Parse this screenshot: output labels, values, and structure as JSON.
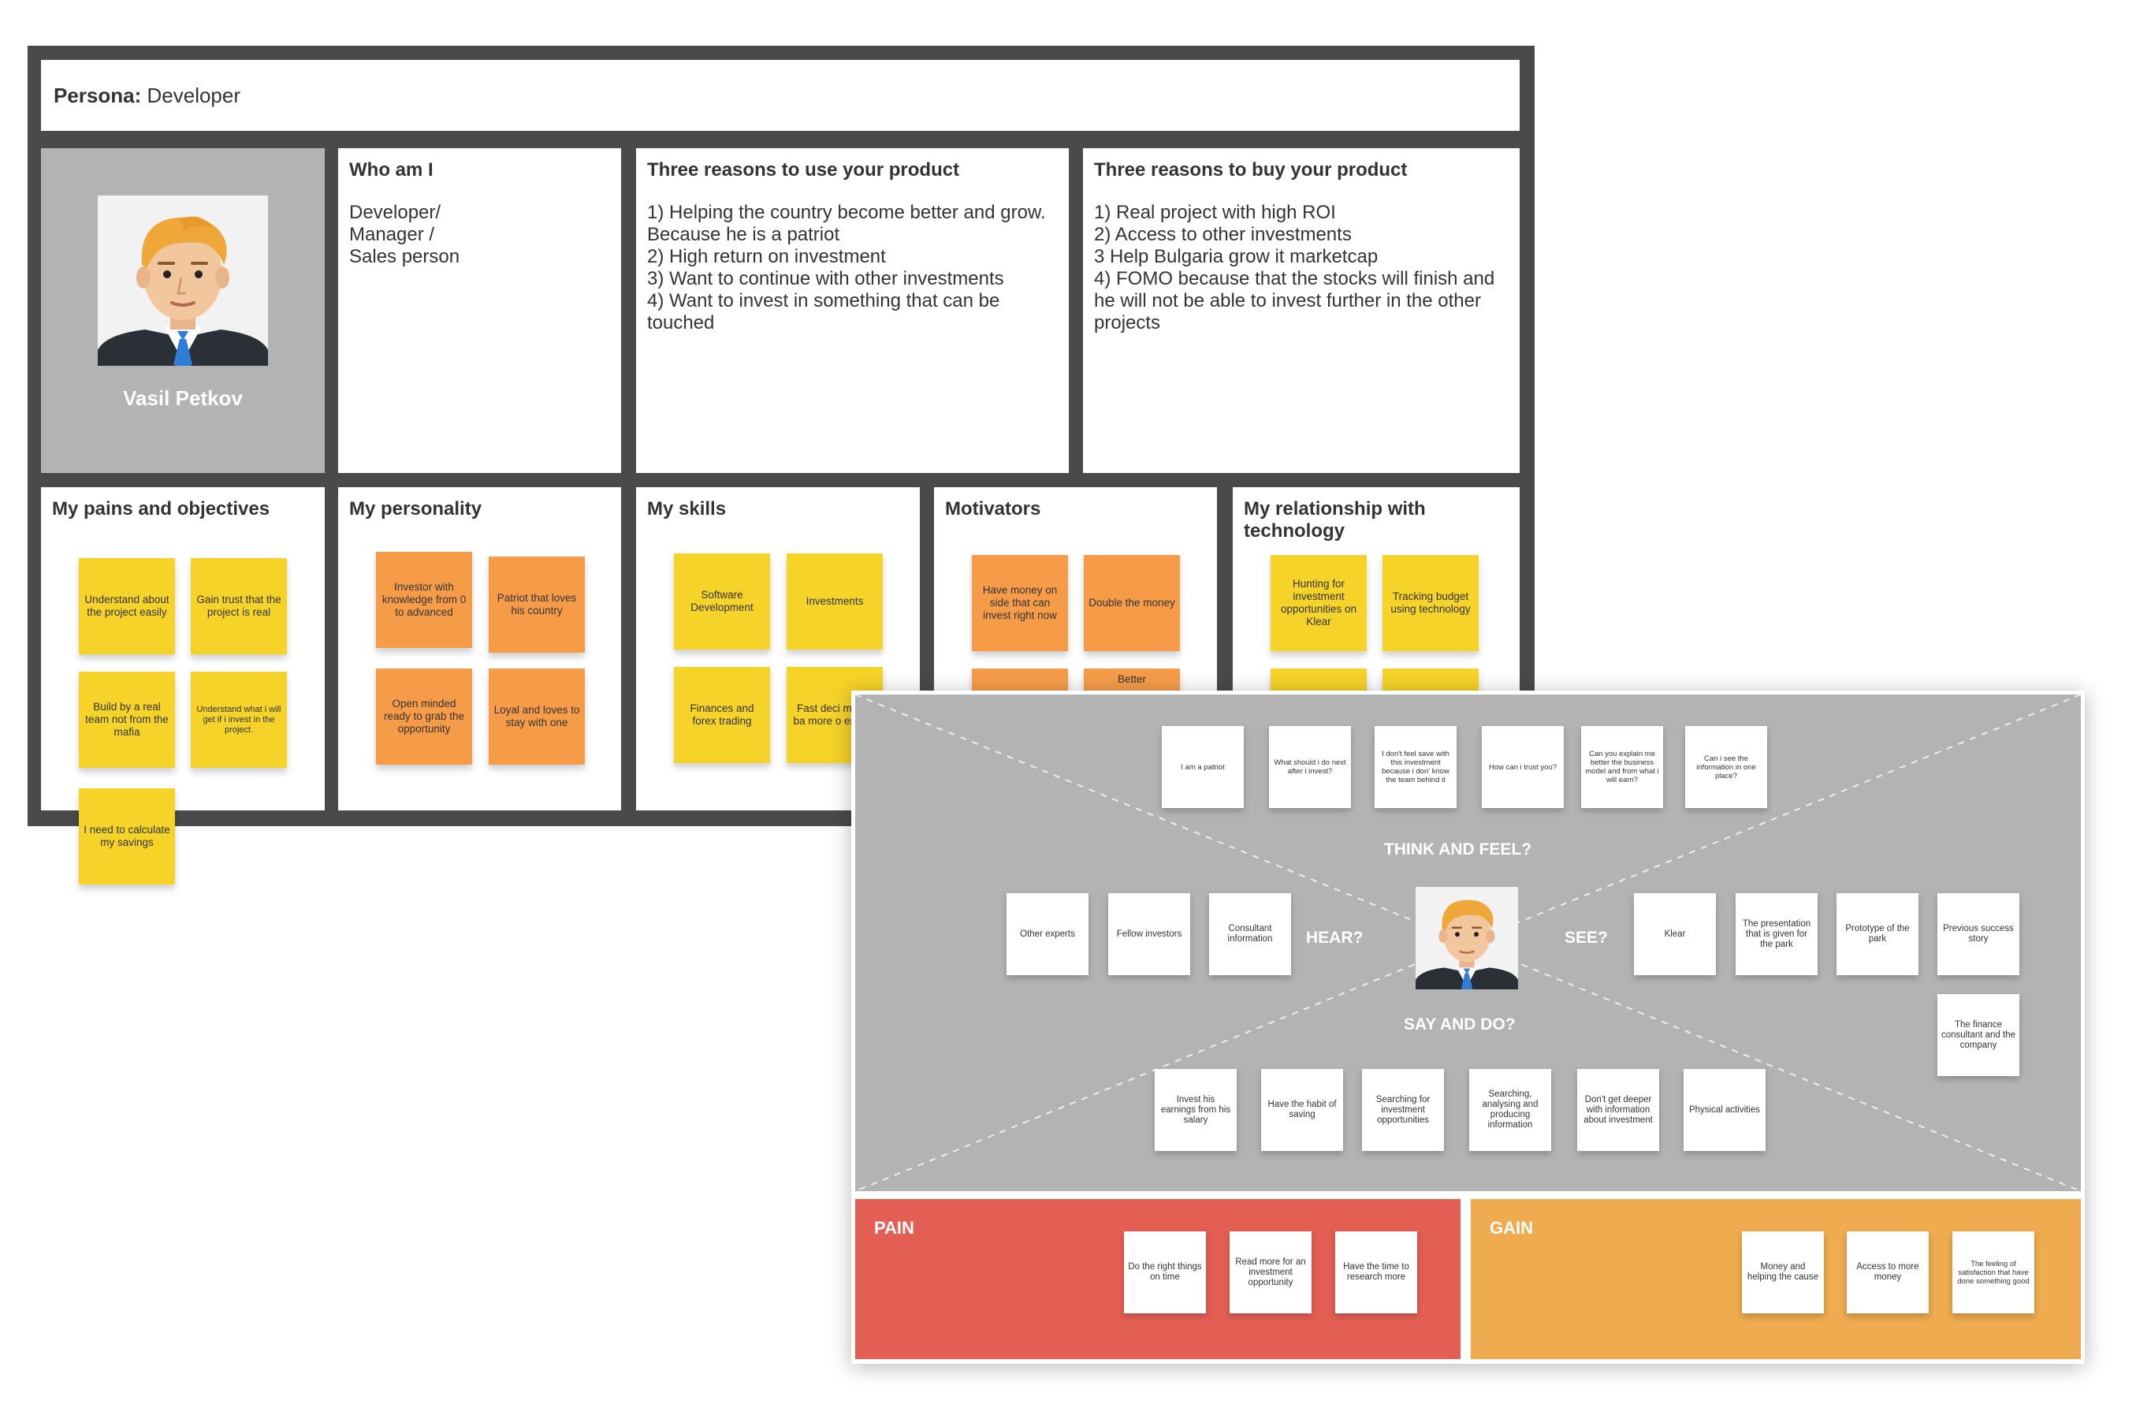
{
  "persona": {
    "header_label": "Persona:",
    "header_value": "Developer",
    "name": "Vasil Petkov",
    "who_am_i": {
      "title": "Who am I",
      "body": "Developer/\nManager /\nSales person"
    },
    "reasons_use": {
      "title": "Three reasons to use your product",
      "body": "1) Helping the country become better and grow. Because he is a patriot\n2) High return on investment\n3) Want to continue with other investments\n4) Want to invest in something that can be touched"
    },
    "reasons_buy": {
      "title": "Three reasons to buy your product",
      "body": "1) Real project with high ROI\n2) Access to other investments\n3 Help Bulgaria grow it marketcap\n4)  FOMO because that the stocks will finish and he will not be able to invest further in the other projects"
    },
    "pains": {
      "title": "My pains and objectives",
      "notes": [
        "Understand about the project easily",
        "Gain trust that the project is real",
        "Build by a real team not from the mafia",
        "Understand what i will get if i invest in the project.",
        "I need to calculate my savings"
      ]
    },
    "personality": {
      "title": "My personality",
      "notes": [
        "Investor with knowledge from 0 to advanced",
        "Patriot that loves his country",
        "Open minded ready to grab the opportunity",
        "Loyal and loves to stay with one"
      ]
    },
    "skills": {
      "title": "My skills",
      "notes": [
        "Software Development",
        "Investments",
        "Finances and forex trading",
        "Fast deci maker ba more o emotio"
      ]
    },
    "motivators": {
      "title": "Motivators",
      "notes": [
        "Have money on side that can invest right now",
        "Double the money",
        "",
        "Better"
      ]
    },
    "technology": {
      "title": "My relationship with technology",
      "notes": [
        "Hunting for investment opportunities on Klear",
        "Tracking budget using technology",
        "",
        ""
      ]
    }
  },
  "empathy": {
    "think_label": "THINK AND FEEL?",
    "hear_label": "HEAR?",
    "see_label": "SEE?",
    "say_label": "SAY AND DO?",
    "think": [
      "I am a patriot",
      "What should i do next after i invest?",
      "I don't feel save with this investment because i don' know the team behind it",
      "How can i trust you?",
      "Can you explain me better the business model and from what i will earn?",
      "Can i see the information in one place?"
    ],
    "hear": [
      "Other experts",
      "Fellow investors",
      "Consultant information"
    ],
    "see": [
      "Klear",
      "The presentation that is given for the park",
      "Prototype of the park",
      "Previous success story",
      "The finance consultant and the company"
    ],
    "say": [
      "Invest his earnings from his salary",
      "Have the habit of saving",
      "Searching for investment opportunities",
      "Searching, analysing and producing information",
      "Don't get deeper with information about investment",
      "Physical activities"
    ],
    "pain_label": "PAIN",
    "pain": [
      "Do the right things on time",
      "Read more for an investment opportunity",
      "Have the time to research more"
    ],
    "gain_label": "GAIN",
    "gain": [
      "Money and helping the cause",
      "Access to more money",
      "The feeling of satisfaction that have done something good"
    ]
  },
  "colors": {
    "board": "#4a4a4a",
    "sticky_yellow": "#f5d328",
    "sticky_orange": "#f69c49",
    "pain": "#e35f54",
    "gain": "#eeab4f",
    "empathy_gray": "#b3b3b3"
  },
  "icons": [
    "avatar-icon"
  ]
}
